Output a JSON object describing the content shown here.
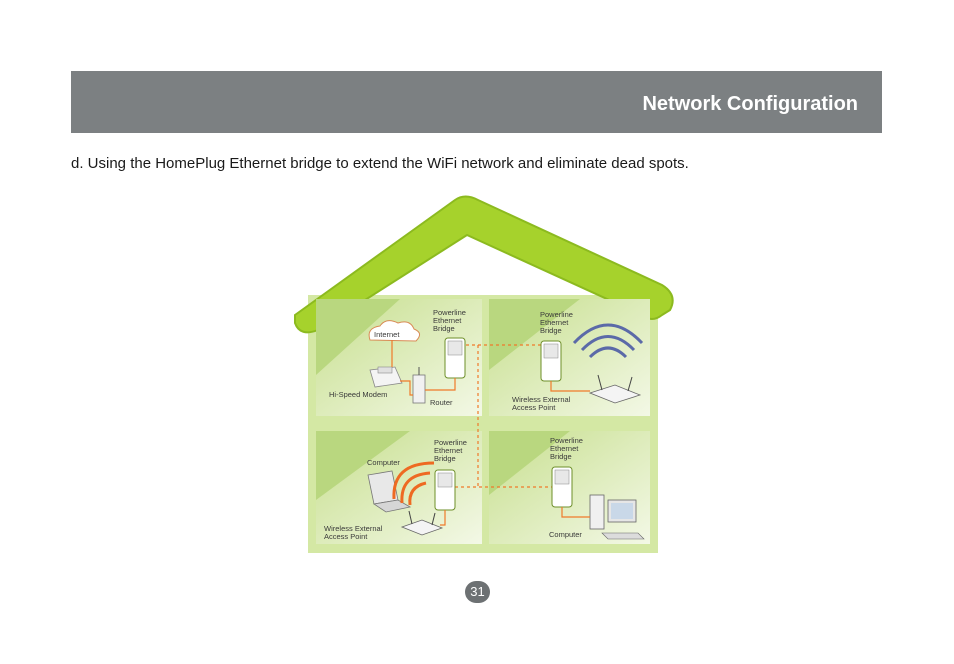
{
  "header": {
    "title": "Network Configuration"
  },
  "intro": {
    "text": "d. Using the HomePlug Ethernet bridge to extend the WiFi network and eliminate dead spots."
  },
  "diagram": {
    "rooms": {
      "top_left": {
        "internet": "Internet",
        "bridge_label": [
          "Powerline",
          "Ethernet",
          "Bridge"
        ],
        "modem": "Hi-Speed Modem",
        "router": "Router"
      },
      "top_right": {
        "bridge_label": [
          "Powerline",
          "Ethernet",
          "Bridge"
        ],
        "ap_label": [
          "Wireless External",
          "Access Point"
        ]
      },
      "bottom_left": {
        "bridge_label": [
          "Powerline",
          "Ethernet",
          "Bridge"
        ],
        "computer": "Computer",
        "ap_label": [
          "Wireless External",
          "Access Point"
        ]
      },
      "bottom_right": {
        "bridge_label": [
          "Powerline",
          "Ethernet",
          "Bridge"
        ],
        "computer": "Computer"
      }
    },
    "colors": {
      "roof": "#a6d22c",
      "wall": "#e6f1cc",
      "room_dark": "#b8d67a",
      "cable": "#f07a2a",
      "wifi_blue": "#5b6aa8",
      "wifi_orange": "#ee6a22"
    }
  },
  "footer": {
    "page_number": "31"
  }
}
